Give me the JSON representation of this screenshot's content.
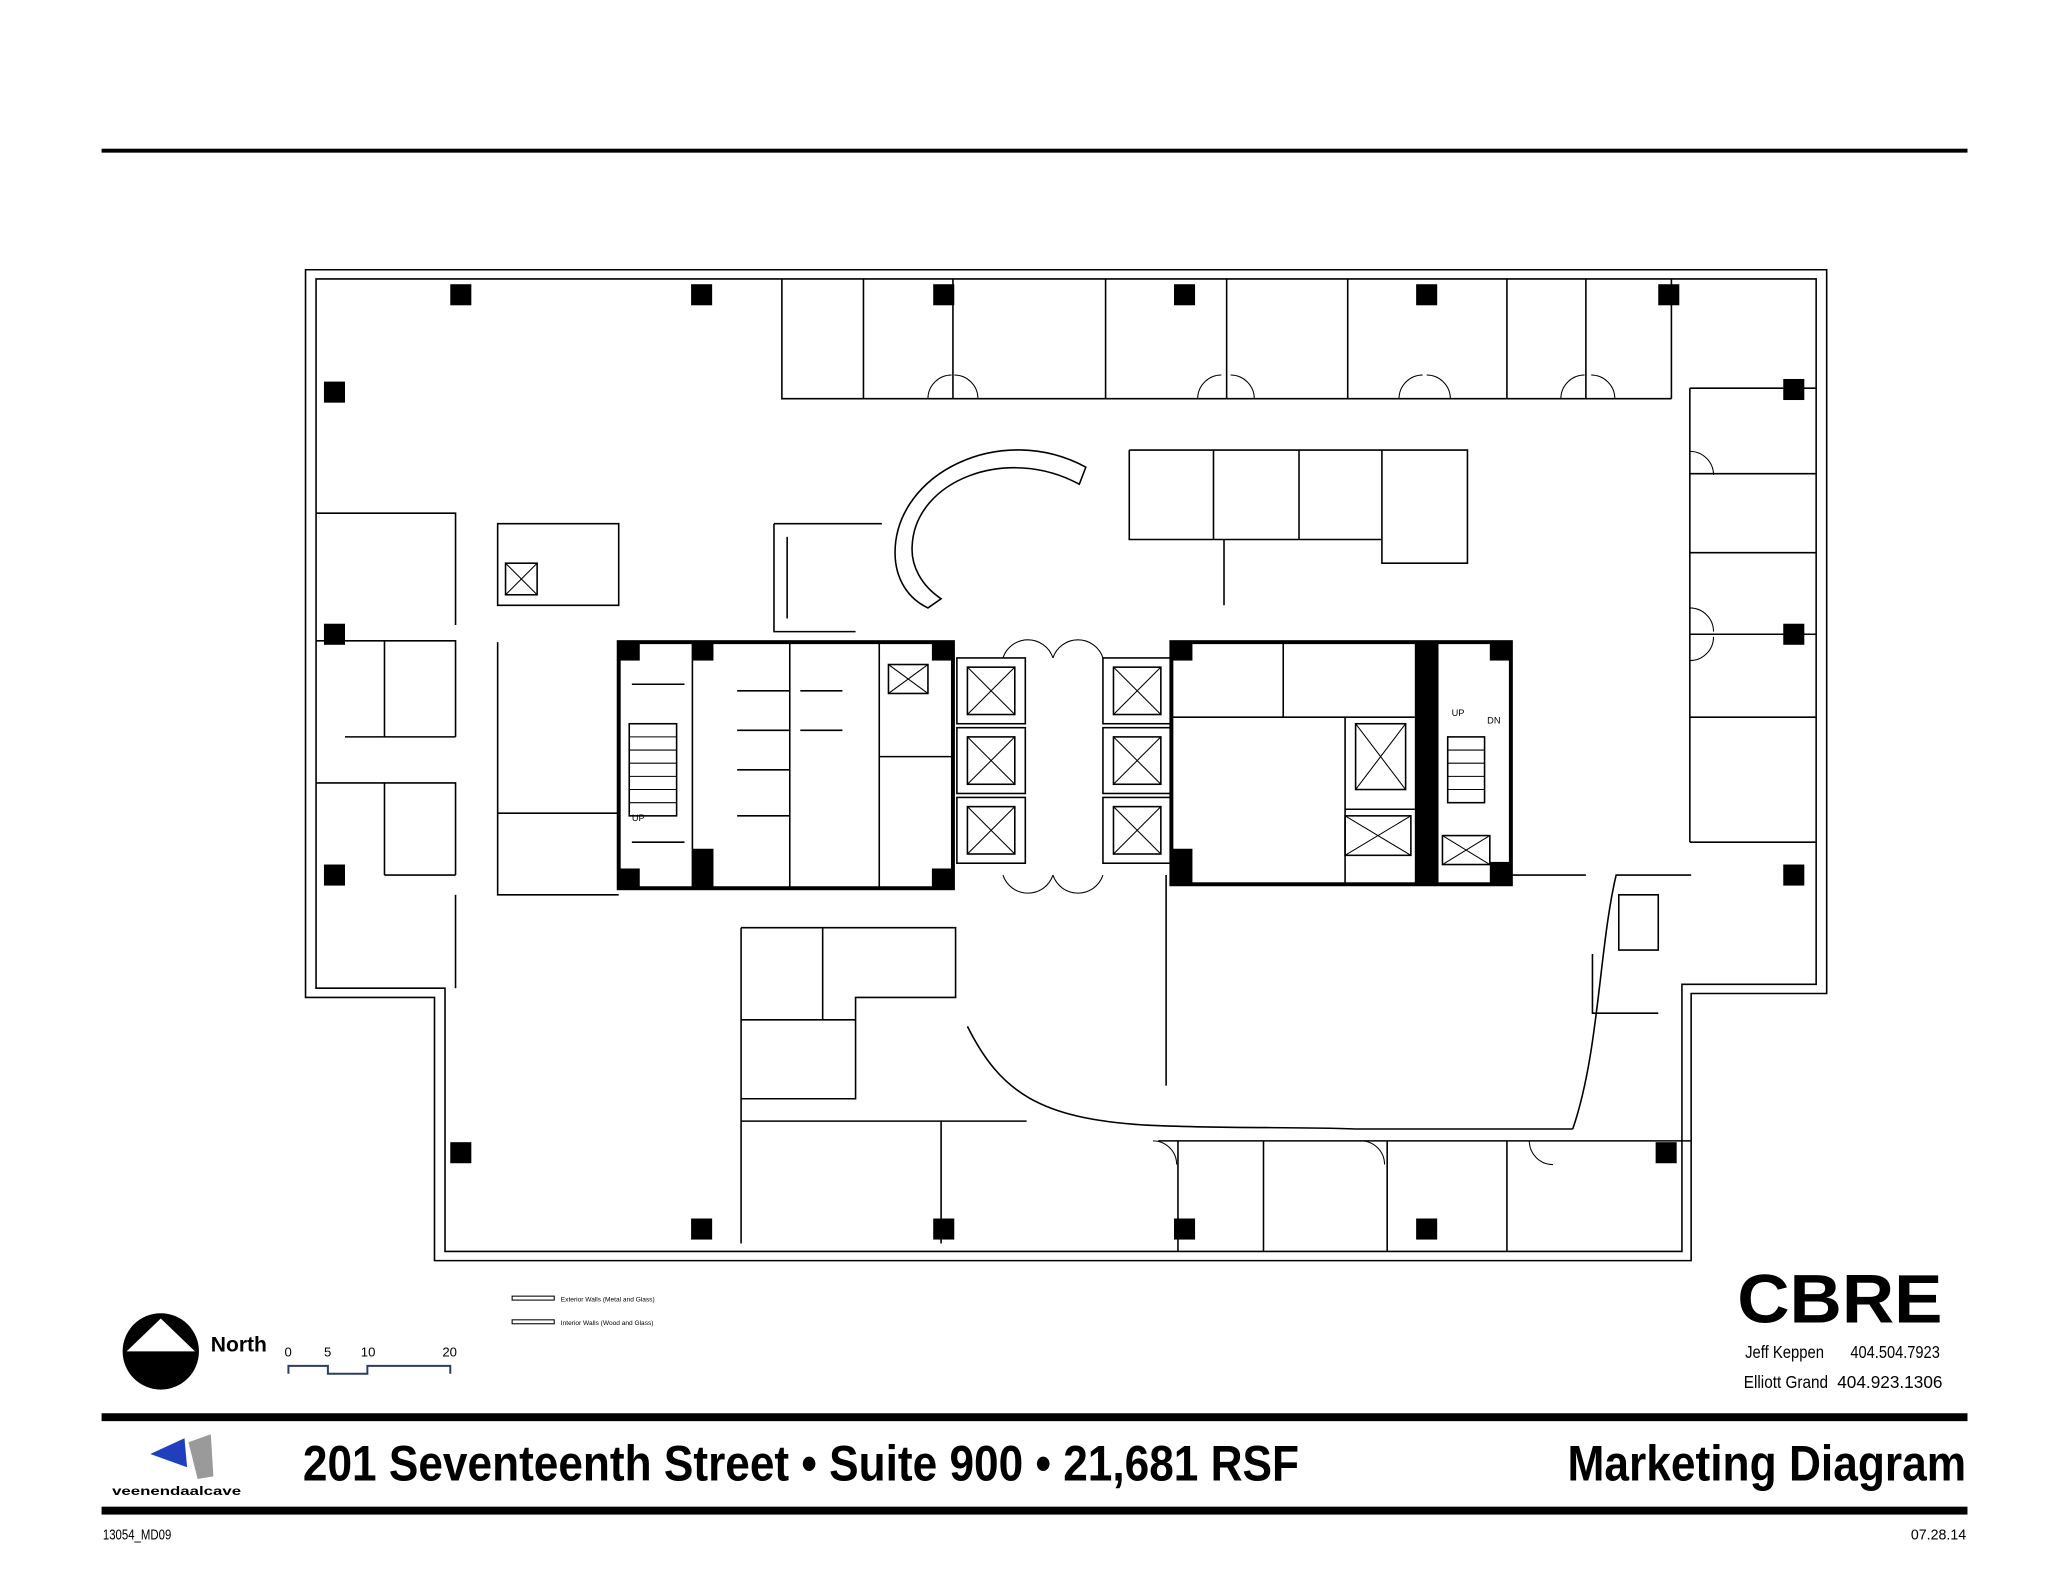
{
  "header": {},
  "plan": {
    "stair_labels": {
      "up_left": "UP",
      "up_right": "UP",
      "dn_right": "DN"
    },
    "legend": [
      {
        "label": "Exterior Walls (Metal and Glass)"
      },
      {
        "label": "Interior Walls (Wood and Glass)"
      }
    ]
  },
  "north": {
    "label": "North",
    "icon": "north-arrow-icon"
  },
  "scale_bar": {
    "ticks": [
      "0",
      "5",
      "10",
      "20"
    ]
  },
  "broker": {
    "logo_text": "CBRE",
    "contacts": [
      {
        "name": "Jeff Keppen",
        "phone": "404.504.7923"
      },
      {
        "name": "Elliott Grand",
        "phone": "404.923.1306"
      }
    ]
  },
  "title_block": {
    "architect_logo_text": "veenendaalcave",
    "title": "201 Seventeenth Street • Suite 900 • 21,681 RSF",
    "doc_type": "Marketing Diagram",
    "drawing_number": "13054_MD09",
    "date": "07.28.14",
    "colors": {
      "architect_logo_blue": "#1f3fbf",
      "architect_logo_grey": "#9a9a9a",
      "scale_bar": "#2a3d66"
    }
  }
}
